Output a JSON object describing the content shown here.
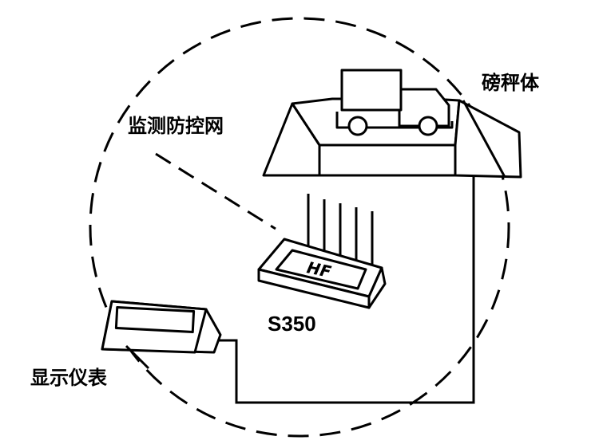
{
  "labels": {
    "scale_body": "磅秤体",
    "monitor_net": "监测防控网",
    "device_model": "S350",
    "display": "显示仪表",
    "device_logo": "HF"
  },
  "colors": {
    "stroke": "#000000",
    "background": "#ffffff"
  }
}
